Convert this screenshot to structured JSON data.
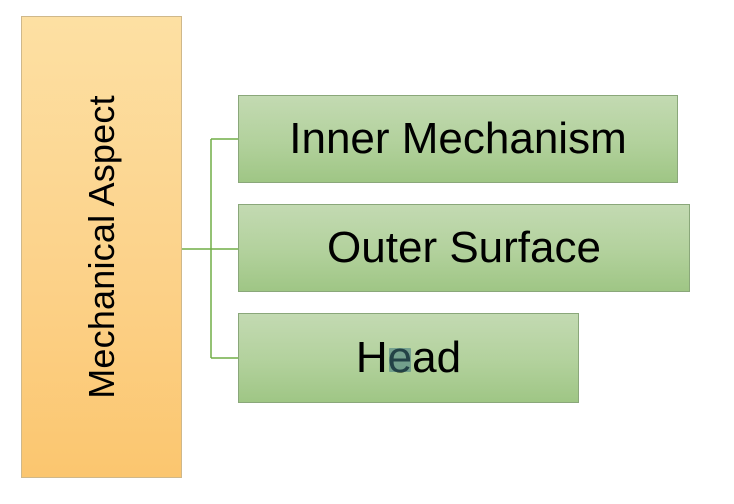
{
  "diagram": {
    "root": {
      "label": "Mechanical Aspect"
    },
    "children": [
      {
        "label": "Inner Mechanism"
      },
      {
        "label": "Outer Surface"
      },
      {
        "label": "Head"
      }
    ]
  },
  "colors": {
    "root_fill": "#fcd28a",
    "child_fill": "#b2d19c",
    "connector": "#70ad47"
  }
}
